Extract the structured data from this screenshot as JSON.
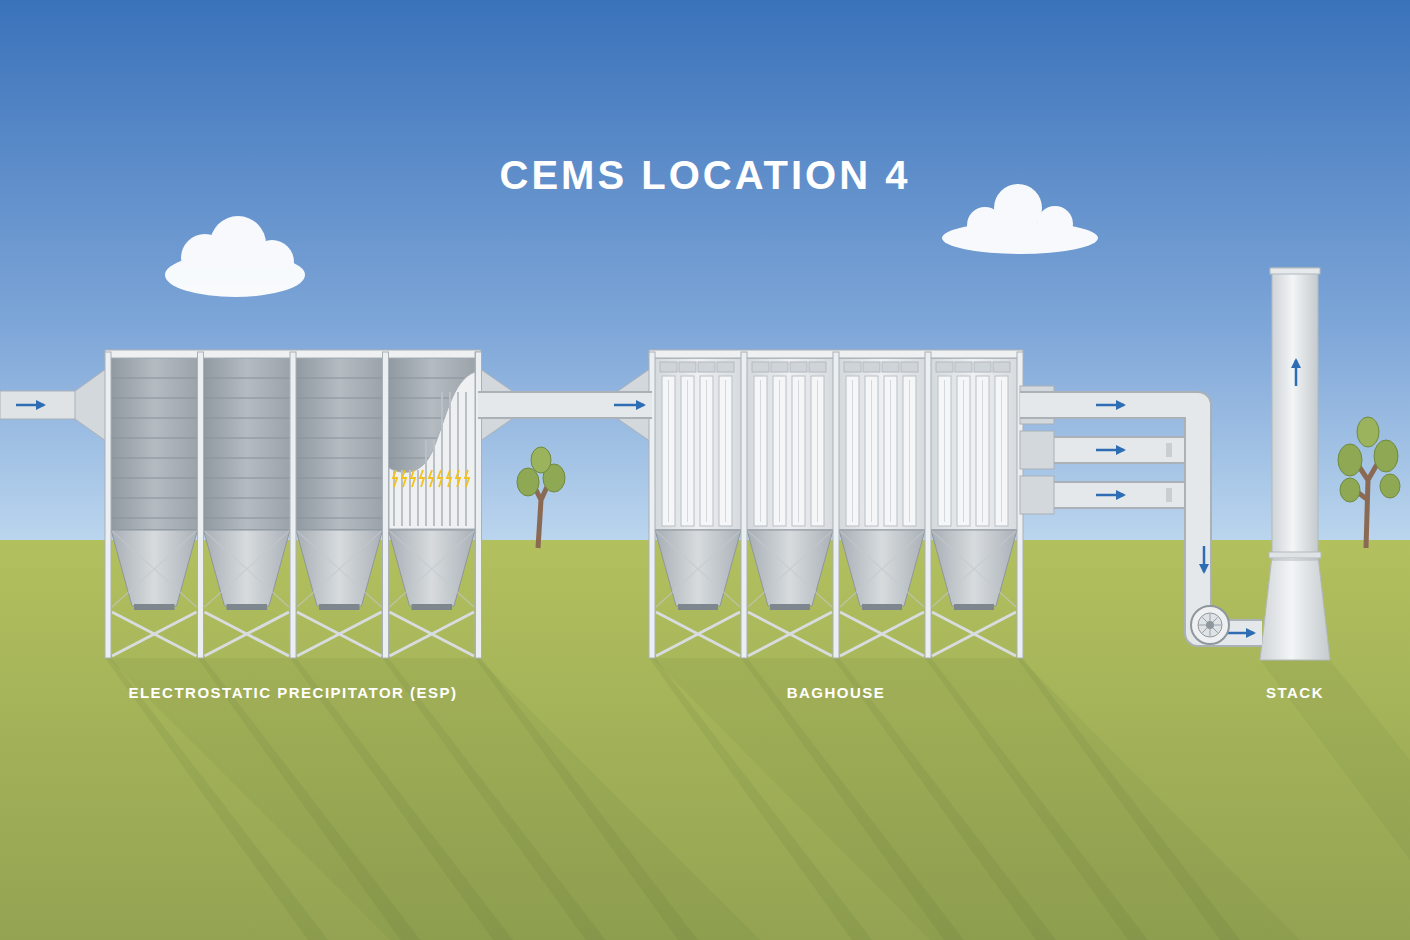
{
  "diagram": {
    "title": "CEMS LOCATION 4",
    "nodes": [
      {
        "text": [
          "ELECTROSTATIC PRECIPITATOR (ESP)"
        ]
      },
      {
        "text": [
          "BAGHOUSE"
        ]
      },
      {
        "text": [
          "STACK"
        ]
      }
    ],
    "edges": [
      {
        "from": 0,
        "to": 1,
        "arrow": "to"
      },
      {
        "from": 1,
        "to": 2,
        "arrow": "to"
      }
    ]
  }
}
